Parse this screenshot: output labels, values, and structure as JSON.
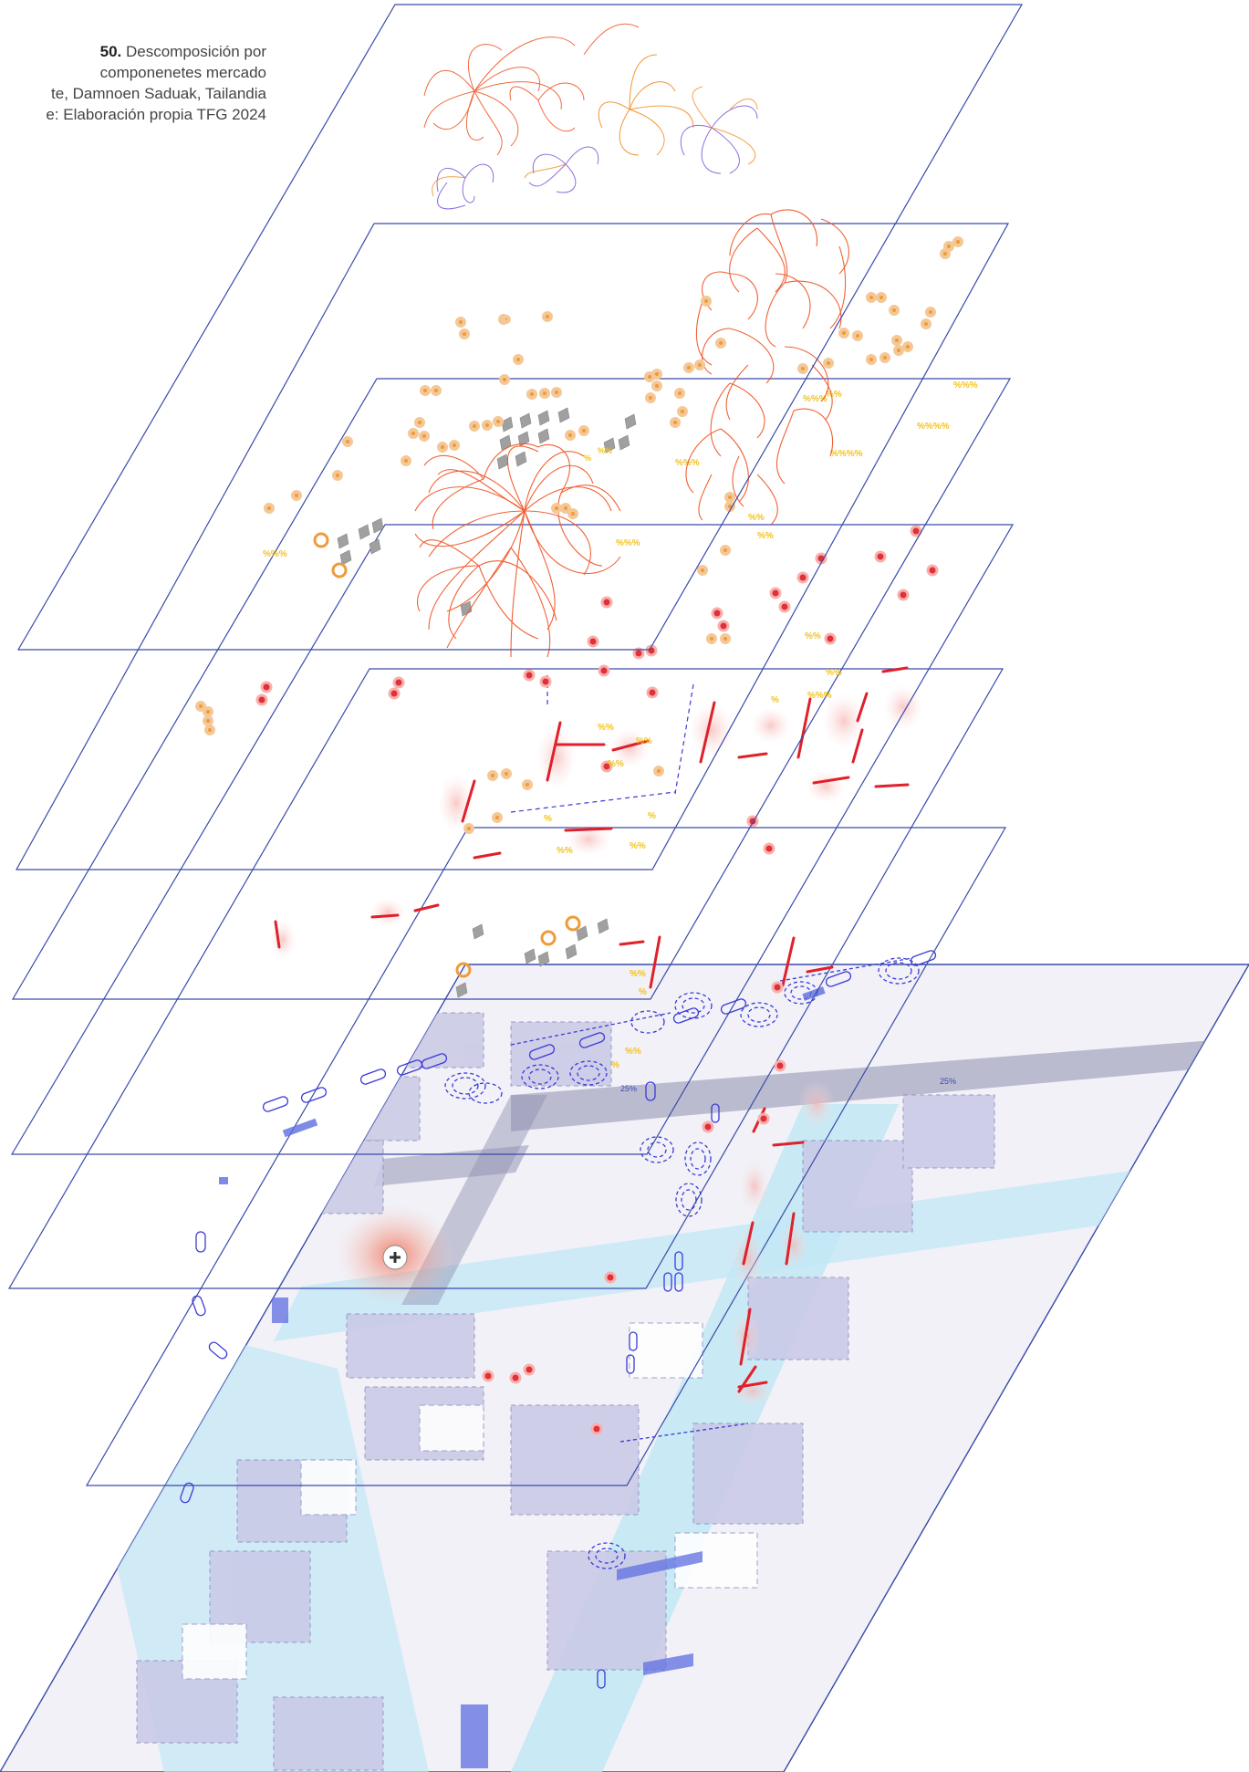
{
  "caption": {
    "figure_number": "50.",
    "line1": "Descomposición por",
    "line2": "componenetes mercado",
    "line3": "te, Damnoen Saduak, Tailandia",
    "line4": "e: Elaboración propia TFG 2024"
  },
  "map_labels": {
    "label_a": "25%",
    "label_b": "25%"
  },
  "colors": {
    "plane_outline": "#3a4aa8",
    "flow_lines": "#f0501e",
    "flow_lines_alt": "#7a55d8",
    "nodes_orange": "#f09a3a",
    "nodes_red": "#e0303a",
    "yellow_marks": "#f2c21e",
    "grey_tiles": "#9a9a9a",
    "blue_dashed": "#3a3ad8",
    "water": "#bfe6f4",
    "map_blocks": "#c9c9e8",
    "road": "#8a8aa8"
  },
  "layers": [
    {
      "id": "layer-flow-diagram"
    },
    {
      "id": "layer-nodes-and-flows"
    },
    {
      "id": "layer-stalls-and-tiles"
    },
    {
      "id": "layer-red-points"
    },
    {
      "id": "layer-barriers"
    },
    {
      "id": "layer-circulation-blue"
    },
    {
      "id": "layer-base-map"
    }
  ]
}
